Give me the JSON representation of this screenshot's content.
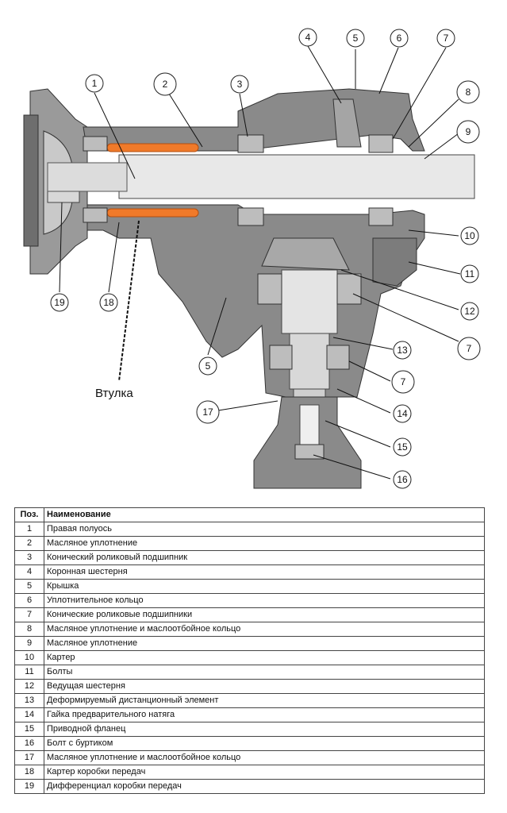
{
  "diagram": {
    "caption": "Втулка",
    "callouts": [
      {
        "n": "1",
        "ring": "#222222"
      },
      {
        "n": "2",
        "ring": "#2a2fa8"
      },
      {
        "n": "3",
        "ring": "#222222"
      },
      {
        "n": "4",
        "ring": "#222222"
      },
      {
        "n": "5",
        "ring": "#222222"
      },
      {
        "n": "6",
        "ring": "#222222"
      },
      {
        "n": "7",
        "ring": "#222222"
      },
      {
        "n": "8",
        "ring": "#2a2fa8"
      },
      {
        "n": "9",
        "ring": "#2a2fa8"
      },
      {
        "n": "10",
        "ring": "#222222"
      },
      {
        "n": "11",
        "ring": "#222222"
      },
      {
        "n": "12",
        "ring": "#222222"
      },
      {
        "n": "7",
        "ring": "#c0202a"
      },
      {
        "n": "13",
        "ring": "#222222"
      },
      {
        "n": "7",
        "ring": "#c0202a"
      },
      {
        "n": "14",
        "ring": "#222222"
      },
      {
        "n": "15",
        "ring": "#222222"
      },
      {
        "n": "16",
        "ring": "#222222"
      },
      {
        "n": "17",
        "ring": "#2a2fa8"
      },
      {
        "n": "18",
        "ring": "#222222"
      },
      {
        "n": "19",
        "ring": "#222222"
      },
      {
        "n": "5",
        "ring": "#222222"
      }
    ],
    "colors": {
      "housing": "#8a8a8a",
      "housing_light": "#b4b4b4",
      "shaft": "#e8e8e8",
      "bushing": "#f07a2a",
      "highlight_blue": "#2a2fa8",
      "highlight_red": "#c0202a"
    }
  },
  "table": {
    "headers": {
      "pos": "Поз.",
      "name": "Наименование"
    },
    "rows": [
      {
        "pos": "1",
        "name": "Правая полуось"
      },
      {
        "pos": "2",
        "name": "Масляное уплотнение"
      },
      {
        "pos": "3",
        "name": "Конический роликовый подшипник"
      },
      {
        "pos": "4",
        "name": "Коронная шестерня"
      },
      {
        "pos": "5",
        "name": "Крышка"
      },
      {
        "pos": "6",
        "name": "Уплотнительное кольцо"
      },
      {
        "pos": "7",
        "name": "Конические роликовые подшипники"
      },
      {
        "pos": "8",
        "name": "Масляное уплотнение и маслоотбойное кольцо"
      },
      {
        "pos": "9",
        "name": "Масляное уплотнение"
      },
      {
        "pos": "10",
        "name": "Картер"
      },
      {
        "pos": "11",
        "name": "Болты"
      },
      {
        "pos": "12",
        "name": "Ведущая шестерня"
      },
      {
        "pos": "13",
        "name": "Деформируемый дистанционный элемент"
      },
      {
        "pos": "14",
        "name": "Гайка предварительного натяга"
      },
      {
        "pos": "15",
        "name": "Приводной фланец"
      },
      {
        "pos": "16",
        "name": "Болт с буртиком"
      },
      {
        "pos": "17",
        "name": "Масляное уплотнение и маслоотбойное кольцо"
      },
      {
        "pos": "18",
        "name": "Картер коробки передач"
      },
      {
        "pos": "19",
        "name": "Дифференциал коробки передач"
      }
    ]
  }
}
